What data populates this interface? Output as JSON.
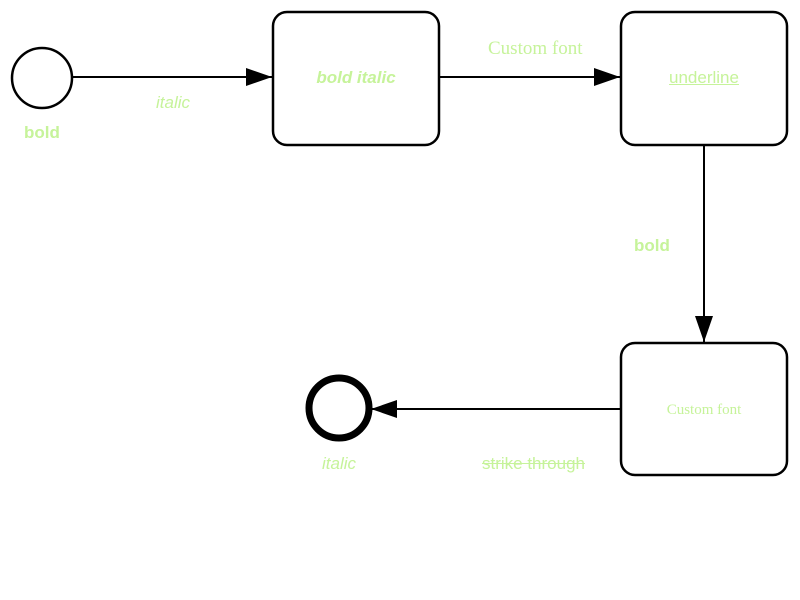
{
  "colors": {
    "label": "#c6f39a",
    "stroke": "#000000",
    "background": "#ffffff"
  },
  "diagram": {
    "start_label": "bold",
    "end_label": "italic",
    "states": [
      {
        "id": "s1",
        "label": "bold italic"
      },
      {
        "id": "s2",
        "label": "underline"
      },
      {
        "id": "s3",
        "label": "Custom font"
      }
    ],
    "transitions": [
      {
        "from": "start",
        "to": "s1",
        "label": "italic"
      },
      {
        "from": "s1",
        "to": "s2",
        "label": "Custom font"
      },
      {
        "from": "s2",
        "to": "s3",
        "label": "bold"
      },
      {
        "from": "s3",
        "to": "end",
        "label": "strike through"
      }
    ]
  }
}
